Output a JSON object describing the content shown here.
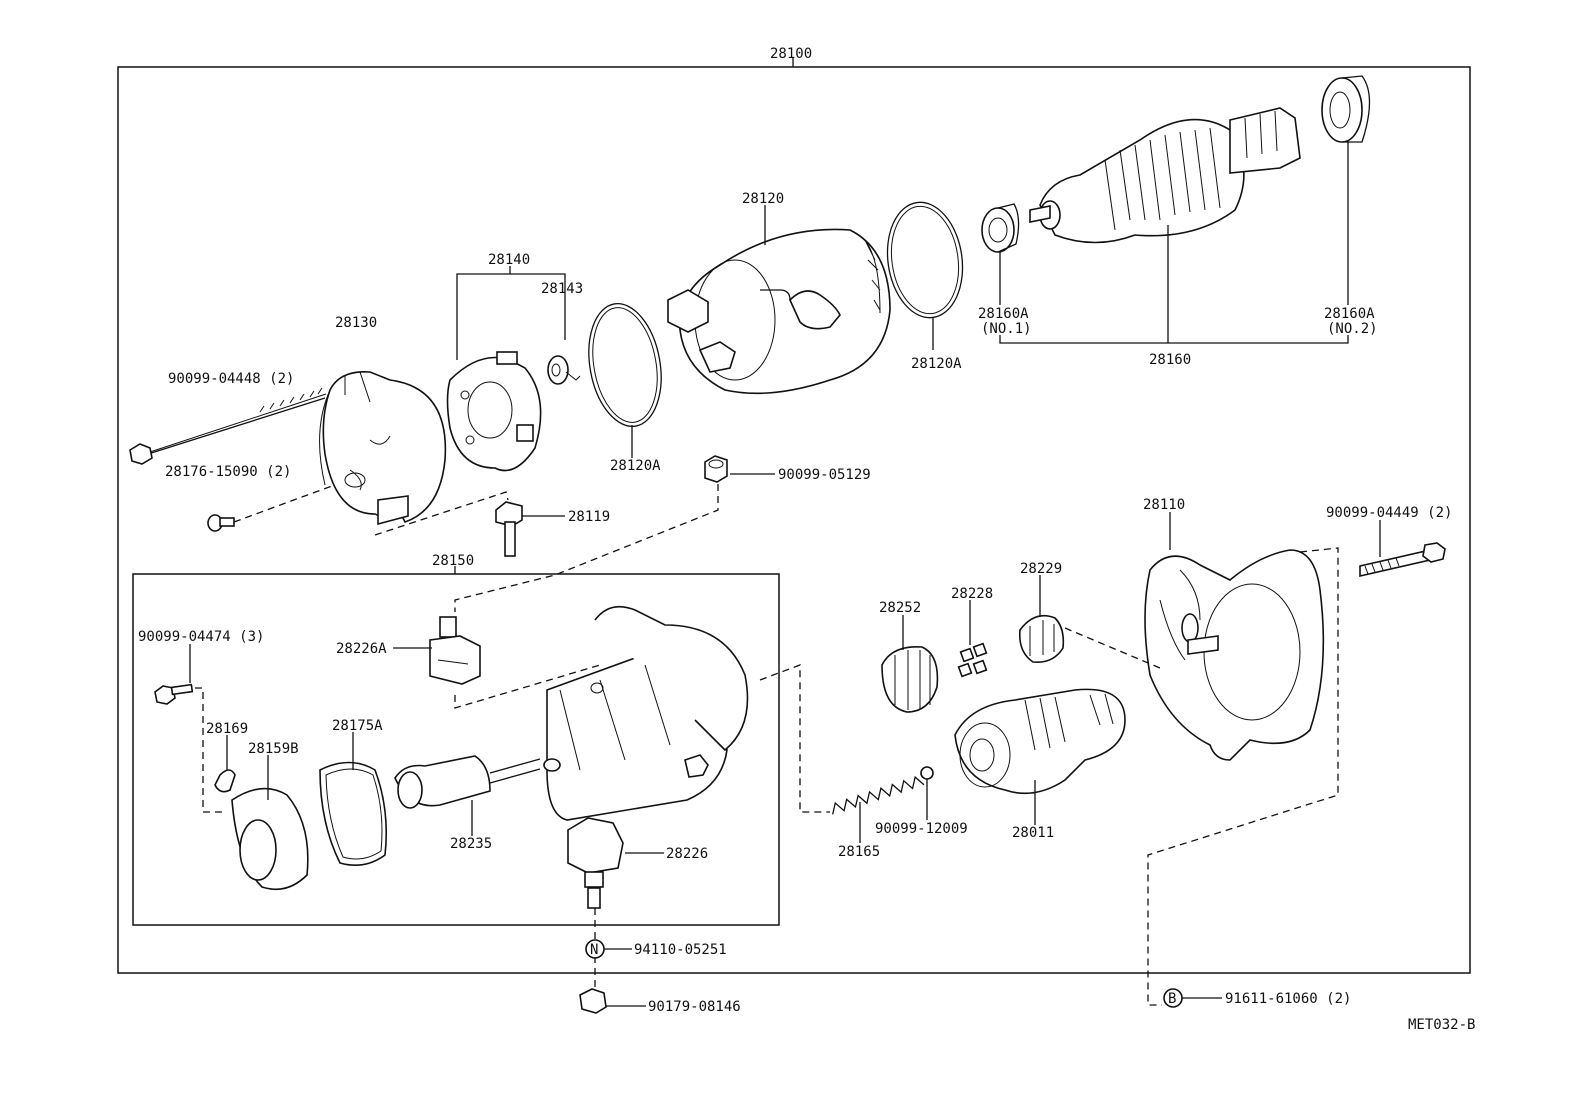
{
  "diagram": {
    "assembly_label": "28100",
    "subassembly_label": "28150",
    "drawing_code": "MET032-B",
    "callouts": [
      {
        "id": "p28120",
        "label": "28120"
      },
      {
        "id": "p28140",
        "label": "28140"
      },
      {
        "id": "p28143",
        "label": "28143"
      },
      {
        "id": "p28130",
        "label": "28130"
      },
      {
        "id": "p90099_04448",
        "label": "90099-04448 (2)"
      },
      {
        "id": "p28176_15090",
        "label": "28176-15090 (2)"
      },
      {
        "id": "p28120A_a",
        "label": "28120A"
      },
      {
        "id": "p28120A_b",
        "label": "28120A"
      },
      {
        "id": "p28160A_1",
        "label": "28160A"
      },
      {
        "id": "p28160A_1_sub",
        "label": "(NO.1)"
      },
      {
        "id": "p28160A_2",
        "label": "28160A"
      },
      {
        "id": "p28160A_2_sub",
        "label": "(NO.2)"
      },
      {
        "id": "p28160",
        "label": "28160"
      },
      {
        "id": "p90099_05129",
        "label": "90099-05129"
      },
      {
        "id": "p28119",
        "label": "28119"
      },
      {
        "id": "p28110",
        "label": "28110"
      },
      {
        "id": "p90099_04449",
        "label": "90099-04449 (2)"
      },
      {
        "id": "p90099_04474",
        "label": "90099-04474 (3)"
      },
      {
        "id": "p28226A",
        "label": "28226A"
      },
      {
        "id": "p28169",
        "label": "28169"
      },
      {
        "id": "p28159B",
        "label": "28159B"
      },
      {
        "id": "p28175A",
        "label": "28175A"
      },
      {
        "id": "p28235",
        "label": "28235"
      },
      {
        "id": "p28226",
        "label": "28226"
      },
      {
        "id": "p28252",
        "label": "28252"
      },
      {
        "id": "p28228",
        "label": "28228"
      },
      {
        "id": "p28229",
        "label": "28229"
      },
      {
        "id": "p28165",
        "label": "28165"
      },
      {
        "id": "p90099_12009",
        "label": "90099-12009"
      },
      {
        "id": "p28011",
        "label": "28011"
      },
      {
        "id": "p94110_05251",
        "label": "94110-05251"
      },
      {
        "id": "p90179_08146",
        "label": "90179-08146"
      },
      {
        "id": "p91611_61060",
        "label": "91611-61060 (2)"
      }
    ],
    "markers": {
      "nut_symbol": "N",
      "bolt_symbol": "B"
    }
  }
}
